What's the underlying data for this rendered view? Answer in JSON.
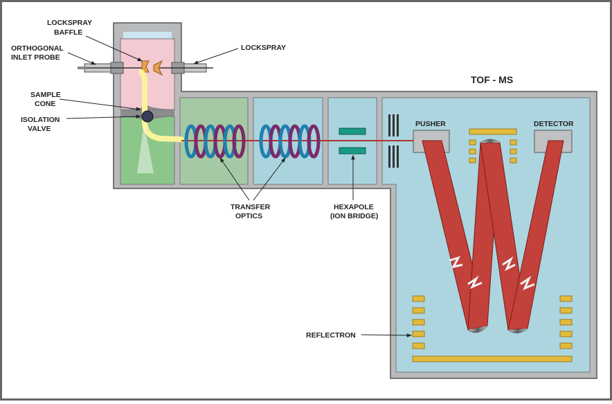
{
  "title": "TOF - MS",
  "labels": {
    "lockspray_baffle": [
      "LOCKSPRAY",
      "BAFFLE"
    ],
    "orthogonal_inlet_probe": [
      "ORTHOGONAL",
      "INLET PROBE"
    ],
    "lockspray": "LOCKSPRAY",
    "sample_cone": [
      "SAMPLE",
      "CONE"
    ],
    "isolation_valve": [
      "ISOLATION",
      "VALVE"
    ],
    "transfer_optics": [
      "TRANSFER",
      "OPTICS"
    ],
    "hexapole": [
      "HEXAPOLE",
      "(ION BRIDGE)"
    ],
    "pusher": "PUSHER",
    "detector": "DETECTOR",
    "reflectron": "REFLECTRON"
  },
  "colors": {
    "housing": "#b8babc",
    "source_chamber": "#f3c9d2",
    "stage1": "#8dc68b",
    "stage2": "#a6c9a5",
    "stage3": "#a9d4de",
    "tof": "#add5df",
    "ion_beam": "#c2413a",
    "ring_blue": "#1f7fae",
    "ring_purple": "#7b2a6a",
    "hexapole": "#1a9a86",
    "reflectron_plate": "#e2bb3c",
    "spray": "#fbf39a"
  }
}
